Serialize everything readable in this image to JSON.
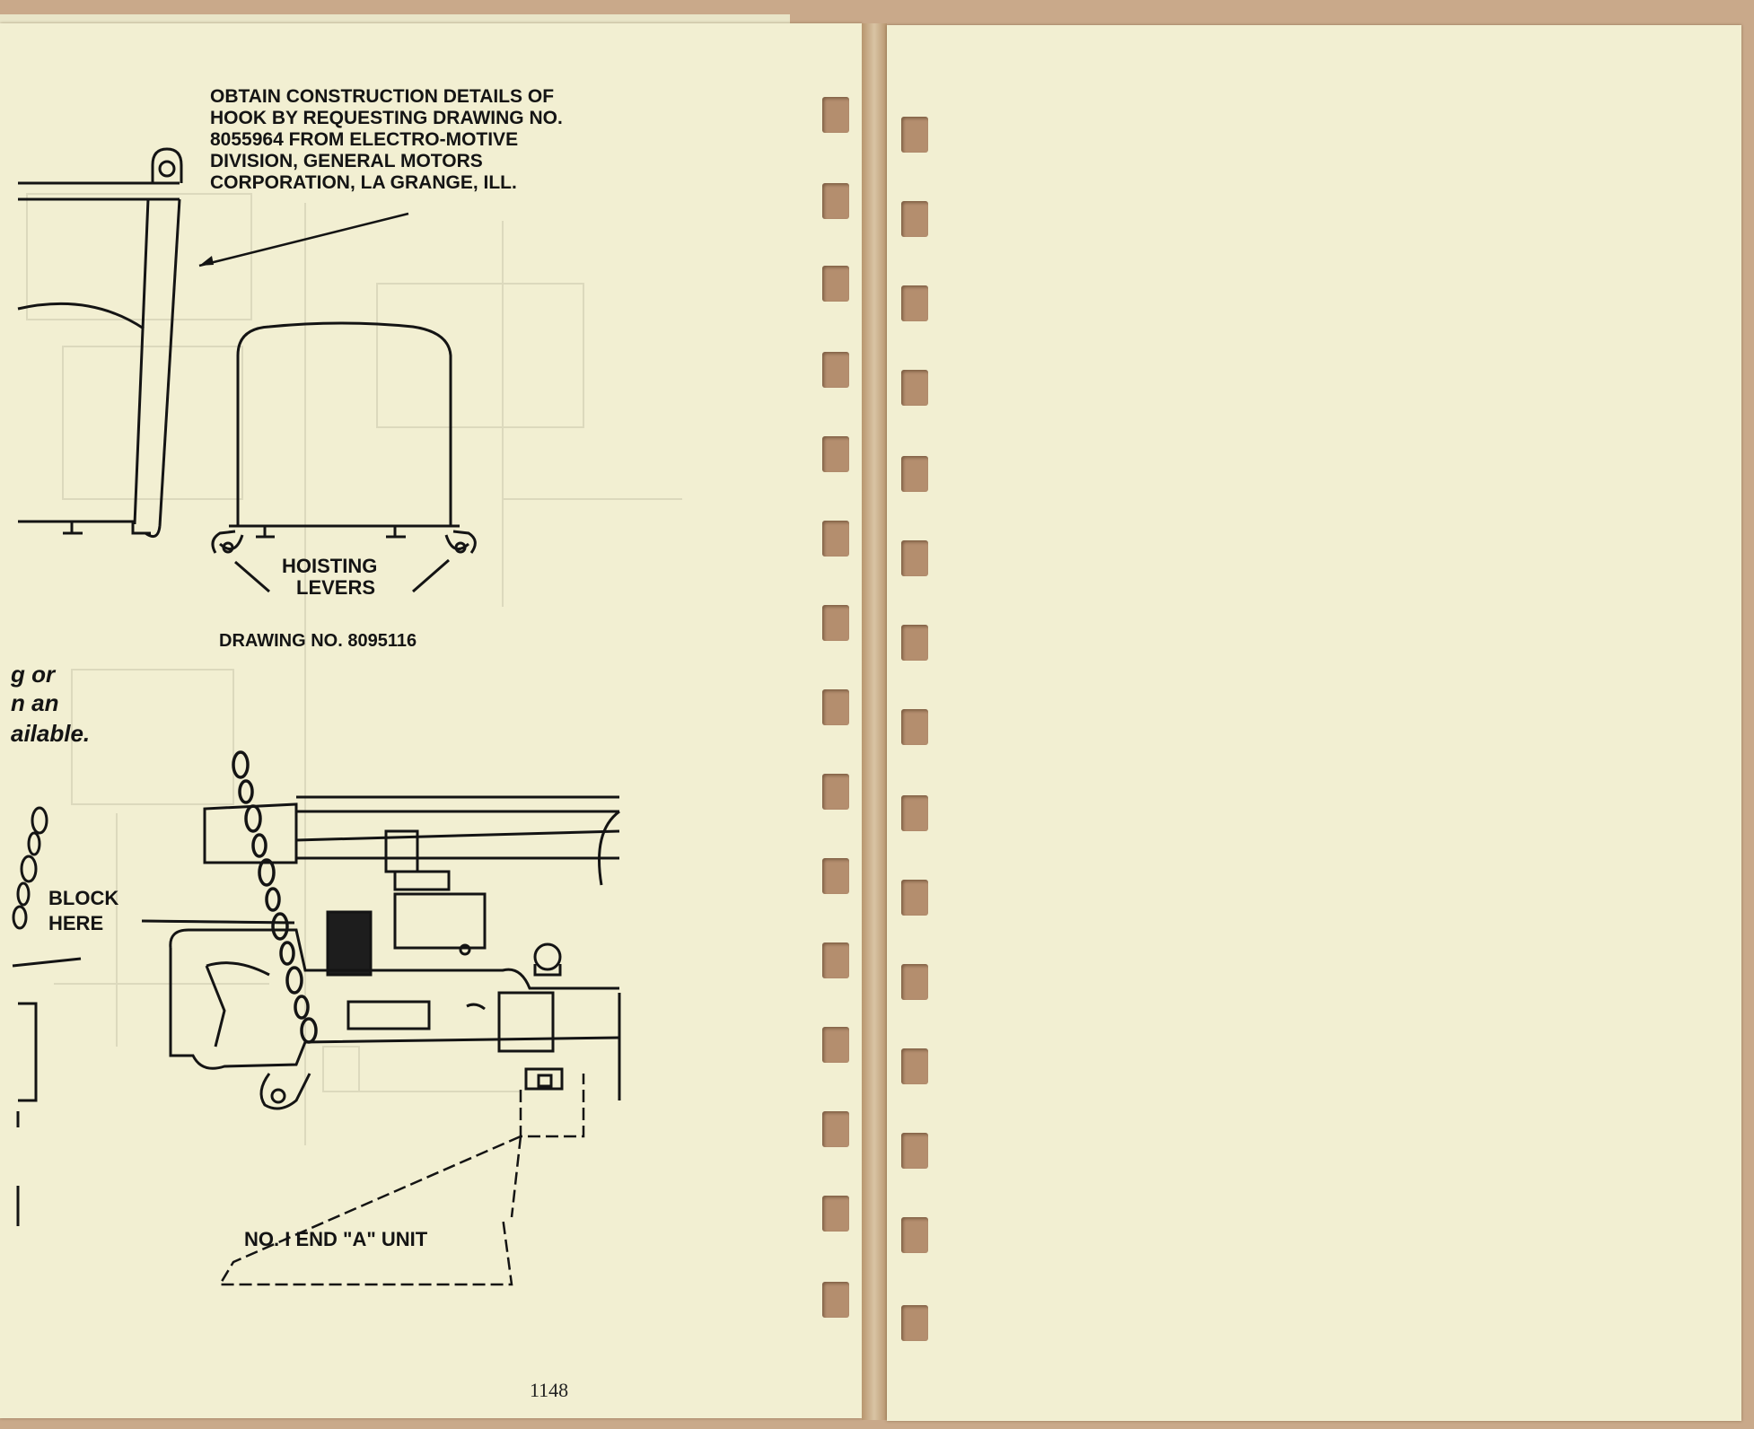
{
  "left_page": {
    "note_lines": [
      "OBTAIN CONSTRUCTION DETAILS OF",
      "HOOK BY REQUESTING DRAWING NO.",
      "8055964 FROM ELECTRO-MOTIVE",
      "DIVISION, GENERAL MOTORS",
      "CORPORATION, LA GRANGE, ILL."
    ],
    "hoisting_label": [
      "HOISTING",
      "LEVERS"
    ],
    "drawing_number": "DRAWING NO. 8095116",
    "partial_text": [
      "g or",
      "n an",
      "ailable."
    ],
    "block_label": [
      "BLOCK",
      "HERE"
    ],
    "unit_label": "NO. I END \"A\" UNIT",
    "page_number": "1148"
  },
  "right_page": {
    "content": ""
  }
}
